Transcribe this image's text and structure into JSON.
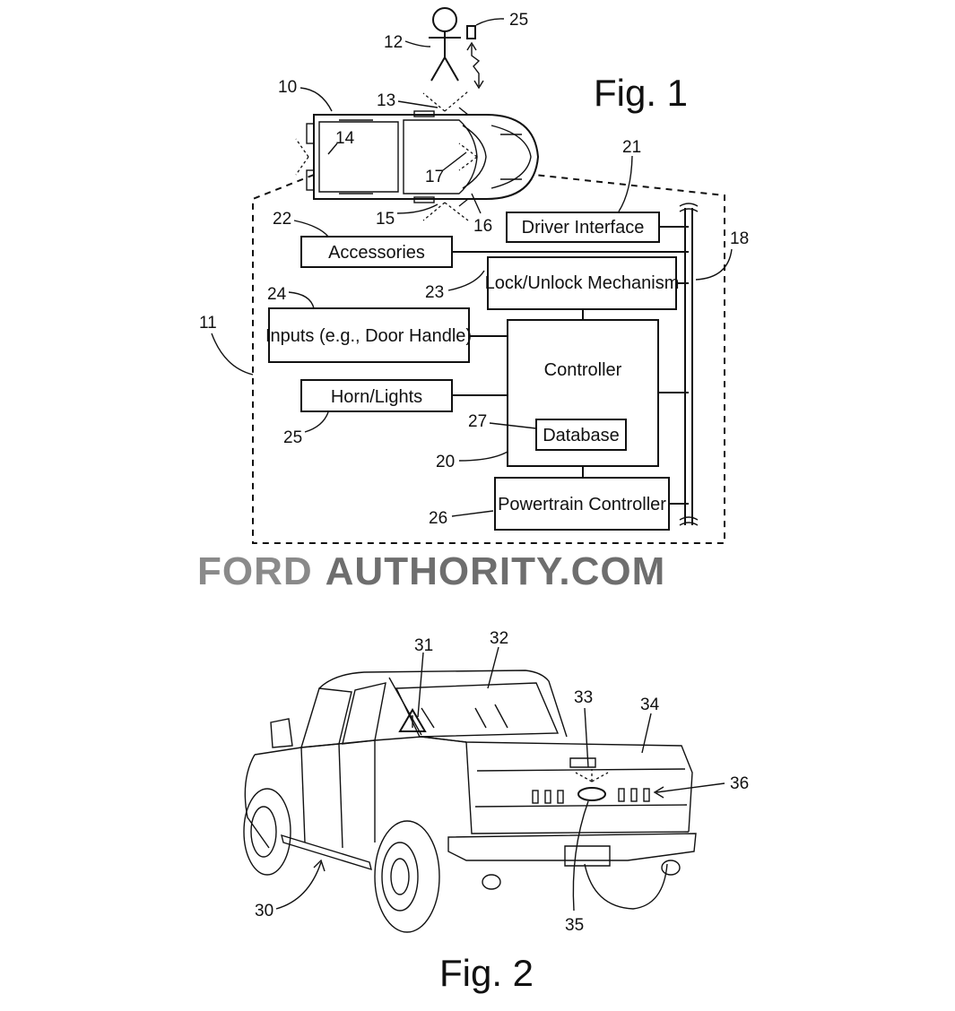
{
  "figure1": {
    "title": "Fig. 1",
    "blocks": {
      "driver_interface": "Driver Interface",
      "accessories": "Accessories",
      "lock_unlock": "Lock/Unlock Mechanism",
      "inputs": "Inputs (e.g., Door Handle)",
      "controller": "Controller",
      "horn_lights": "Horn/Lights",
      "database": "Database",
      "powertrain": "Powertrain Controller"
    },
    "refs": {
      "r10": "10",
      "r11": "11",
      "r12": "12",
      "r13": "13",
      "r14": "14",
      "r15": "15",
      "r16": "16",
      "r17": "17",
      "r18": "18",
      "r20": "20",
      "r21": "21",
      "r22": "22",
      "r23": "23",
      "r24": "24",
      "r25_fob": "25",
      "r25_horn": "25",
      "r26": "26",
      "r27": "27"
    }
  },
  "watermark": {
    "part1": "FORD",
    "part2": "AUTHORITY.COM",
    "color1": "#8a8a8a",
    "color2": "#6e6e6e"
  },
  "figure2": {
    "title": "Fig. 2",
    "refs": {
      "r30": "30",
      "r31": "31",
      "r32": "32",
      "r33": "33",
      "r34": "34",
      "r35": "35",
      "r36": "36"
    }
  }
}
